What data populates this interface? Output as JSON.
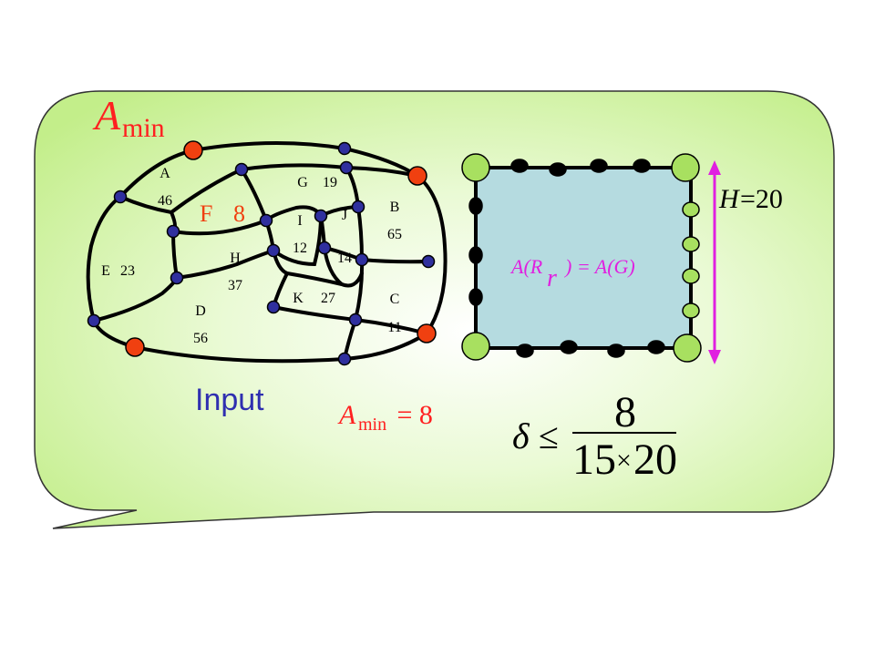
{
  "title": {
    "base": "A",
    "sub": "min"
  },
  "graph": {
    "regions": [
      {
        "id": "A",
        "name": "A",
        "value": "46"
      },
      {
        "id": "B",
        "name": "B",
        "value": "65"
      },
      {
        "id": "C",
        "name": "C",
        "value": "11"
      },
      {
        "id": "D",
        "name": "D",
        "value": "56"
      },
      {
        "id": "E",
        "name": "E",
        "value": "23"
      },
      {
        "id": "F",
        "name": "F",
        "value": "8"
      },
      {
        "id": "G",
        "name": "G",
        "value": "19"
      },
      {
        "id": "H",
        "name": "H",
        "value": "37"
      },
      {
        "id": "I",
        "name": "I",
        "value": "12"
      },
      {
        "id": "J",
        "name": "J",
        "value": "14"
      },
      {
        "id": "K",
        "name": "K",
        "value": "27"
      }
    ]
  },
  "input_label": "Input",
  "amin_result": {
    "base": "A",
    "sub": "min",
    "rest": " = 8"
  },
  "rect": {
    "label_a": "A(R",
    "label_sub": "r",
    "label_b": ") = A(G)"
  },
  "height_label": {
    "var": "H",
    "rest": "=20"
  },
  "formula": {
    "lhs": "δ ≤",
    "numerator": "8",
    "den_a": "15",
    "den_op": "×",
    "den_b": "20"
  },
  "colors": {
    "bubble": "#c6ef8e",
    "rect_fill": "#b5dbe0",
    "blue_node": "#2f2f9e",
    "red_node": "#f04010",
    "green_node": "#a8e060",
    "magenta": "#e020e0",
    "amin_red": "#ff2020"
  }
}
